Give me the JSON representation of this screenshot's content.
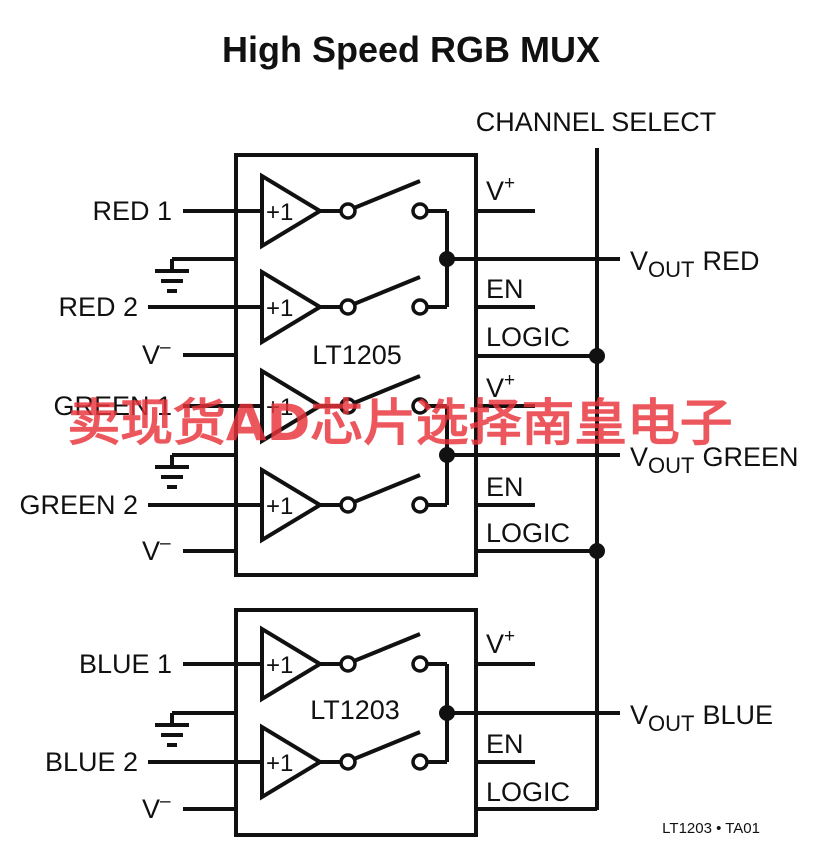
{
  "title": "High Speed RGB MUX",
  "channel_select": "CHANNEL SELECT",
  "chips": {
    "top": "LT1205",
    "bottom": "LT1203"
  },
  "amp_gain": "+1",
  "inputs": {
    "red1": "RED 1",
    "red2": "RED 2",
    "green1": "GREEN 1",
    "green2": "GREEN 2",
    "blue1": "BLUE 1",
    "blue2": "BLUE 2"
  },
  "supply": {
    "v_minus": "V",
    "minus_sup": "–",
    "v_plus": "V",
    "plus_sup": "+"
  },
  "pins": {
    "en": "EN",
    "logic": "LOGIC"
  },
  "outputs": {
    "v": "V",
    "sub": "OUT",
    "red": "RED",
    "green": "GREEN",
    "blue": "BLUE"
  },
  "figure_id": "LT1203 • TA01",
  "watermark": "卖现货AD芯片选择南皇电子",
  "colors": {
    "ink": "#111111",
    "watermark": "#e8323a"
  }
}
